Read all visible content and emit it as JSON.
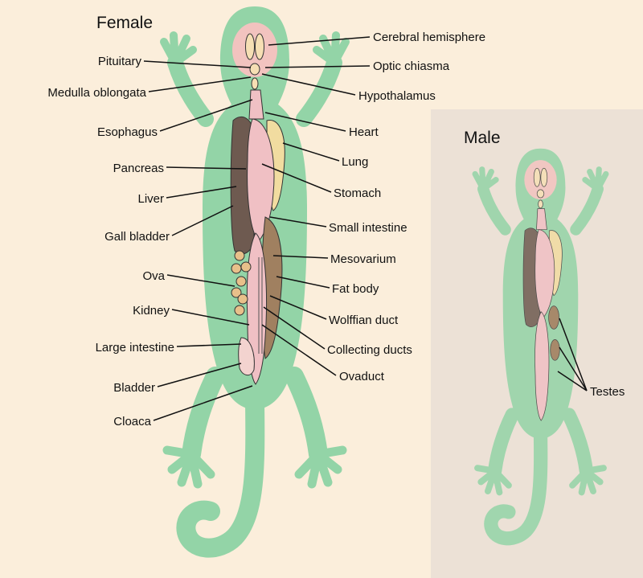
{
  "colors": {
    "background": "#fbeedb",
    "male_panel": "#ece1d6",
    "body_green": "#93d4a7",
    "head_pink": "#f2c3bf",
    "organ_pink": "#f0c0c4",
    "liver_brown": "#6e5a50",
    "organ_tan": "#9b7a58",
    "lung_yellow": "#f1dca0",
    "label_text": "#111111"
  },
  "female": {
    "title": "Female",
    "labels": {
      "cerebral_hemisphere": "Cerebral hemisphere",
      "optic_chiasma": "Optic chiasma",
      "hypothalamus": "Hypothalamus",
      "heart": "Heart",
      "lung": "Lung",
      "stomach": "Stomach",
      "small_intestine": "Small intestine",
      "mesovarium": "Mesovarium",
      "fat_body": "Fat body",
      "wolffian_duct": "Wolffian duct",
      "collecting_ducts": "Collecting ducts",
      "ovaduct": "Ovaduct",
      "pituitary": "Pituitary",
      "medulla_oblongata": "Medulla oblongata",
      "esophagus": "Esophagus",
      "pancreas": "Pancreas",
      "liver": "Liver",
      "gall_bladder": "Gall bladder",
      "ova": "Ova",
      "kidney": "Kidney",
      "large_intestine": "Large intestine",
      "bladder": "Bladder",
      "cloaca": "Cloaca"
    }
  },
  "male": {
    "title": "Male",
    "labels": {
      "testes": "Testes"
    }
  }
}
